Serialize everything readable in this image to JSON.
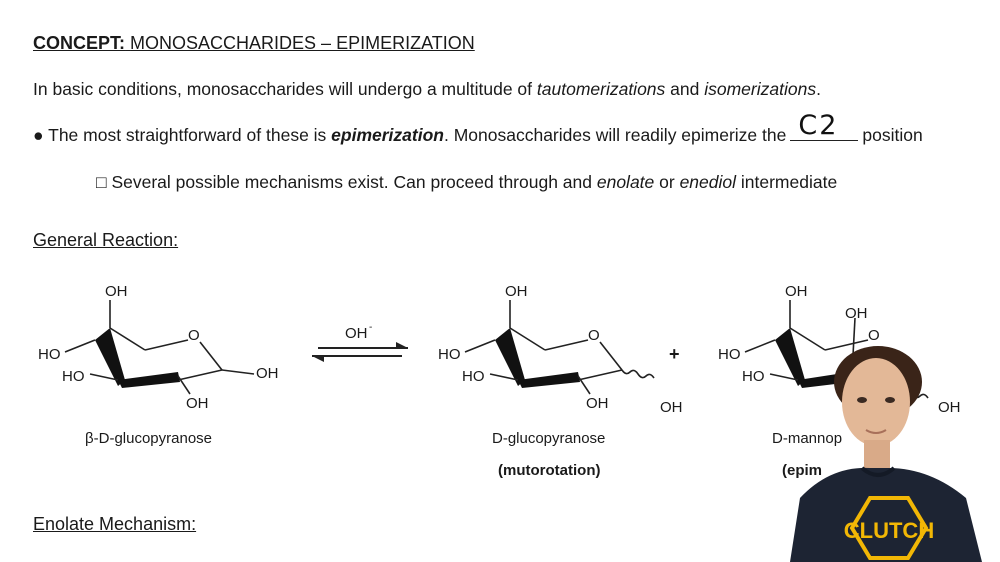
{
  "heading": {
    "prefix": "CONCEPT:",
    "title": "MONOSACCHARIDES – EPIMERIZATION"
  },
  "intro": {
    "part1": "In basic conditions, monosaccharides will undergo a multitude of ",
    "em1": "tautomerizations",
    "part2": " and ",
    "em2": "isomerizations",
    "part3": "."
  },
  "bullet": {
    "marker": "●",
    "part1": "The most straightforward of these is ",
    "strong": "epimerization",
    "part2": ". Monosaccharides will readily epimerize the",
    "handwritten": "C2",
    "part3": "position"
  },
  "subbullet": {
    "marker": "□",
    "part1": "Several possible mechanisms exist. Can proceed through and ",
    "em1": "enolate",
    "part2": " or ",
    "em2": "enediol",
    "part3": " intermediate"
  },
  "general_reaction": "General Reaction:",
  "enolate_mechanism": "Enolate Mechanism:",
  "reaction": {
    "reagent": "OH",
    "reagent_charge": "-",
    "plus": "+",
    "labels": {
      "oh": "OH",
      "ho": "HO",
      "o": "O"
    }
  },
  "molecules": [
    {
      "name": "β-D-glucopyranose",
      "note": ""
    },
    {
      "name": "D-glucopyranose",
      "note": "(mutorotation)"
    },
    {
      "name": "D-mannop",
      "note": "(epim"
    }
  ],
  "logo_text": "CLUTCH",
  "colors": {
    "text": "#1a1a1a",
    "shirt": "#1d2433",
    "logo": "#f2b705"
  }
}
